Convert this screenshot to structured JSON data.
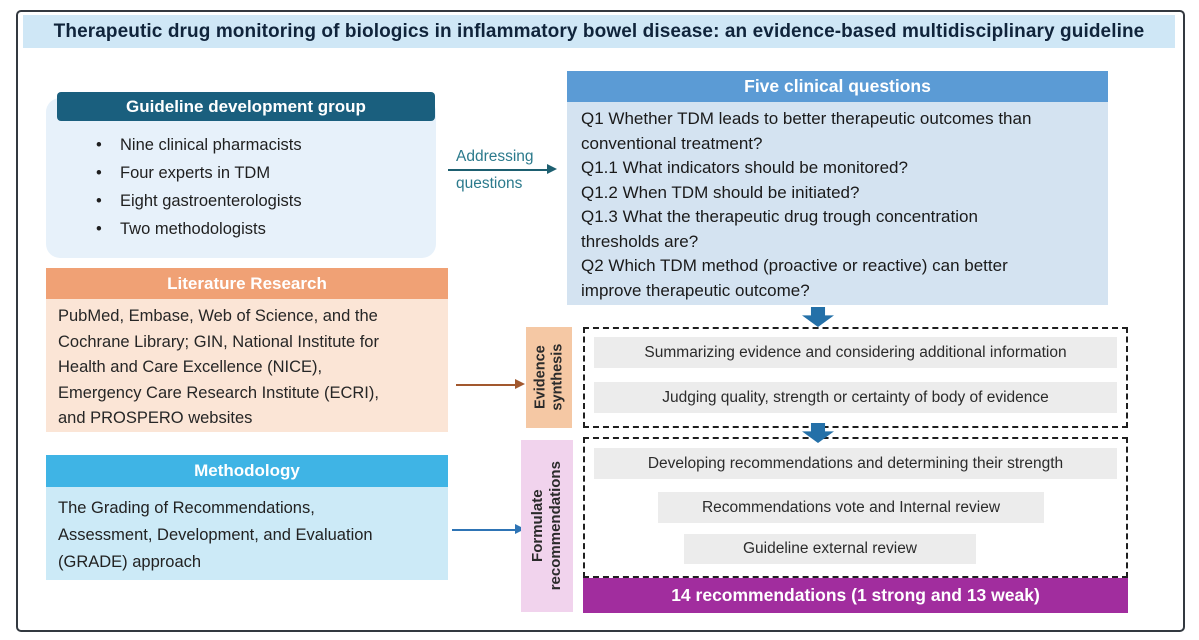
{
  "title": "Therapeutic drug monitoring of biologics in inflammatory bowel disease: an evidence-based multidisciplinary guideline",
  "gdg": {
    "header": "Guideline development group",
    "bullet_glyph": "•",
    "items": [
      "Nine clinical pharmacists",
      "Four experts in TDM",
      "Eight gastroenterologists",
      "Two methodologists"
    ]
  },
  "addressing": {
    "line1": "Addressing",
    "line2": "questions"
  },
  "questions": {
    "header": "Five clinical questions",
    "items": [
      {
        "lines": [
          "Q1 Whether TDM leads to better therapeutic outcomes than",
          "conventional treatment?"
        ]
      },
      {
        "lines": [
          "Q1.1 What indicators should be monitored?"
        ]
      },
      {
        "lines": [
          "Q1.2 When TDM should be initiated?"
        ]
      },
      {
        "lines": [
          "Q1.3 What the therapeutic drug trough concentration",
          "thresholds are?"
        ]
      },
      {
        "lines": [
          "Q2 Which TDM method (proactive or reactive) can better",
          "improve therapeutic outcome?"
        ]
      }
    ]
  },
  "literature": {
    "header": "Literature Research",
    "lines": [
      "PubMed, Embase, Web of Science, and the",
      "Cochrane Library; GIN, National Institute for",
      "Health and Care Excellence (NICE),",
      "Emergency Care Research Institute (ECRI),",
      "and PROSPERO websites"
    ]
  },
  "methodology": {
    "header": "Methodology",
    "lines": [
      "The Grading of Recommendations,",
      "Assessment, Development, and Evaluation",
      "(GRADE) approach"
    ]
  },
  "evidence_synthesis": {
    "label_lines": [
      "Evidence",
      "synthesis"
    ],
    "steps": [
      "Summarizing evidence and considering additional information",
      "Judging quality, strength or certainty of body of evidence"
    ]
  },
  "formulate": {
    "label_lines": [
      "Formulate",
      "recommendations"
    ],
    "steps": [
      "Developing recommendations and determining their strength",
      "Recommendations vote and Internal review",
      "Guideline external review"
    ],
    "result": "14 recommendations (1 strong and 13 weak)"
  },
  "colors": {
    "banner_bg": "#CFE7F6",
    "gdg_header_bg": "#1A5F7E",
    "questions_header_bg": "#5B9BD5",
    "literature_header_bg": "#F0A175",
    "methodology_header_bg": "#3FB4E5",
    "evidence_label_bg": "#F5C8A4",
    "formulate_label_bg": "#F1D3ED",
    "result_bar_bg": "#A12D9E",
    "down_arrow": "#2470A8",
    "literature_arrow": "#A2582E",
    "methodology_arrow": "#2E74B5",
    "addressing_arrow": "#1D5F70"
  }
}
